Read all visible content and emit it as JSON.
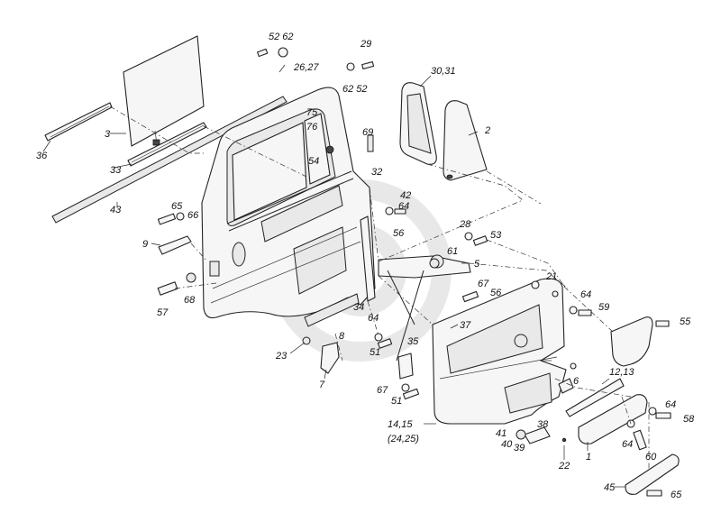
{
  "diagram": {
    "labels": {
      "l_52_62_a": "52 62",
      "l_26_27": "26,27",
      "l_29": "29",
      "l_62_52_b": "62 52",
      "l_30_31": "30,31",
      "l_2": "2",
      "l_3": "3",
      "l_33": "33",
      "l_36": "36",
      "l_43": "43",
      "l_75": "75",
      "l_76": "76",
      "l_69": "69",
      "l_54": "54",
      "l_32": "32",
      "l_42": "42",
      "l_64_a": "64",
      "l_28": "28",
      "l_53": "53",
      "l_56_a": "56",
      "l_61": "61",
      "l_5": "5",
      "l_65_a": "65",
      "l_66": "66",
      "l_9": "9",
      "l_68": "68",
      "l_57": "57",
      "l_21": "21",
      "l_67_a": "67",
      "l_56_b": "56",
      "l_64_b": "64",
      "l_59": "59",
      "l_55": "55",
      "l_34": "34",
      "l_64_c": "64",
      "l_37": "37",
      "l_8": "8",
      "l_35": "35",
      "l_23": "23",
      "l_51_a": "51",
      "l_7": "7",
      "l_12_13": "12,13",
      "l_6": "6",
      "l_67_b": "67",
      "l_51_b": "51",
      "l_64_d": "64",
      "l_58": "58",
      "l_14_15": "14,15",
      "l_24_25": "(24,25)",
      "l_41": "41",
      "l_38": "38",
      "l_40": "40",
      "l_39": "39",
      "l_64_e": "64",
      "l_1": "1",
      "l_60": "60",
      "l_22": "22",
      "l_45": "45",
      "l_65_b": "65"
    }
  }
}
